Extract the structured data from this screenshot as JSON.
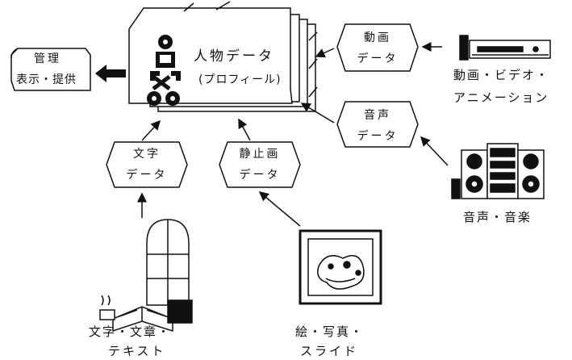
{
  "center": {
    "title": "人物データ",
    "subtitle": "(プロフィール)"
  },
  "output_box": {
    "line1": "管理",
    "line2": "表示・提供"
  },
  "data_nodes": {
    "video": {
      "line1": "動画",
      "line2": "データ"
    },
    "audio": {
      "line1": "音声",
      "line2": "データ"
    },
    "text": {
      "line1": "文字",
      "line2": "データ"
    },
    "still": {
      "line1": "静止画",
      "line2": "データ"
    }
  },
  "sources": {
    "video": {
      "line1": "動画・ビデオ・",
      "line2": "アニメーション",
      "icon": "vcr-icon"
    },
    "audio": {
      "line1": "音声・音楽",
      "icon": "stereo-icon"
    },
    "text": {
      "line1": "文字・文章・",
      "line2": "テキスト",
      "icon": "book-window-icon"
    },
    "still": {
      "line1": "絵・写真・",
      "line2": "スライド",
      "icon": "picture-frame-icon"
    }
  }
}
